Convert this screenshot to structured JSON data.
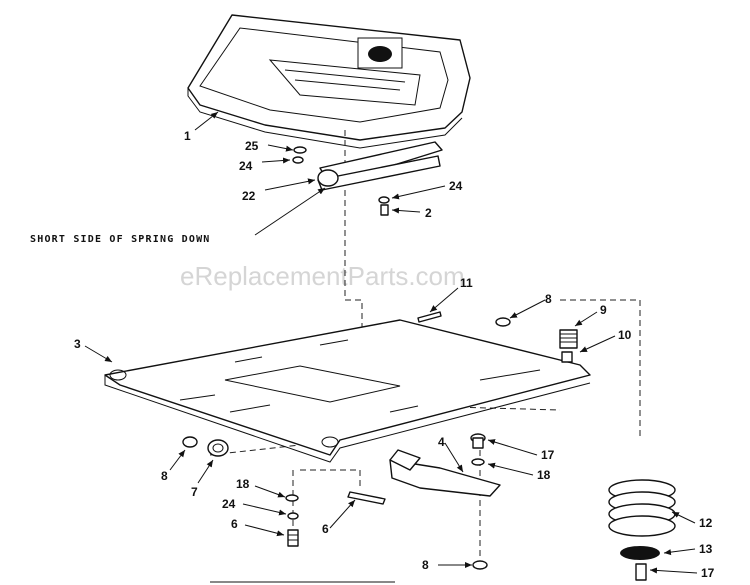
{
  "watermark": "eReplacementParts.com",
  "caption": "SHORT SIDE OF SPRING DOWN",
  "callouts": {
    "seat": "1",
    "washer_top": "25",
    "lockwasher_top_left": "24",
    "spring_bracket": "22",
    "lockwasher_top_right": "24",
    "bolt_top": "2",
    "pin": "11",
    "washer_right": "8",
    "spring_small": "9",
    "bolt_right": "10",
    "plate": "3",
    "washer_left": "8",
    "bushing": "7",
    "washer_18_left": "18",
    "lockwasher_24_left": "24",
    "bolt_6_left": "6",
    "bolt_6_mid": "6",
    "bracket": "4",
    "bolt_17_upper": "17",
    "washer_18_right": "18",
    "spring_coil": "12",
    "spacer": "13",
    "bolt_17_lower": "17",
    "washer_8_bottom": "8"
  }
}
